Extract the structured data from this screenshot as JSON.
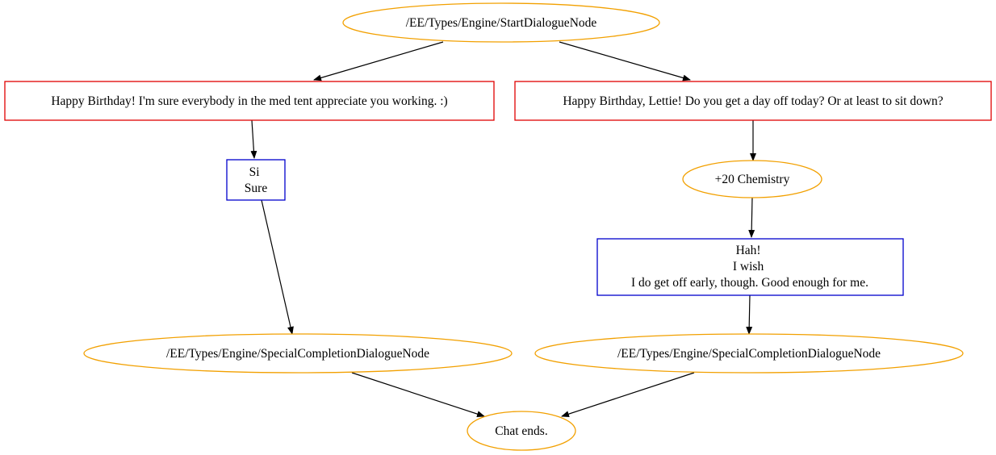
{
  "colors": {
    "ellipse_stroke": "#f2a000",
    "player_box_stroke": "#e00000",
    "npc_box_stroke": "#0000cc",
    "edge": "#000000",
    "background": "#ffffff"
  },
  "nodes": {
    "start": {
      "lines": [
        "/EE/Types/Engine/StartDialogueNode"
      ]
    },
    "choice_left": {
      "lines": [
        "Happy Birthday! I'm sure everybody in the med tent appreciate you working. :)"
      ]
    },
    "choice_right": {
      "lines": [
        "Happy Birthday, Lettie! Do you get a day off today? Or at least to sit down?"
      ]
    },
    "reply_left": {
      "lines": [
        "Si",
        "Sure"
      ]
    },
    "chemistry": {
      "lines": [
        "+20 Chemistry"
      ]
    },
    "reply_right": {
      "lines": [
        "Hah!",
        "I wish",
        "I do get off early, though. Good enough for me."
      ]
    },
    "completion_left": {
      "lines": [
        "/EE/Types/Engine/SpecialCompletionDialogueNode"
      ]
    },
    "completion_right": {
      "lines": [
        "/EE/Types/Engine/SpecialCompletionDialogueNode"
      ]
    },
    "end": {
      "lines": [
        "Chat ends."
      ]
    }
  }
}
